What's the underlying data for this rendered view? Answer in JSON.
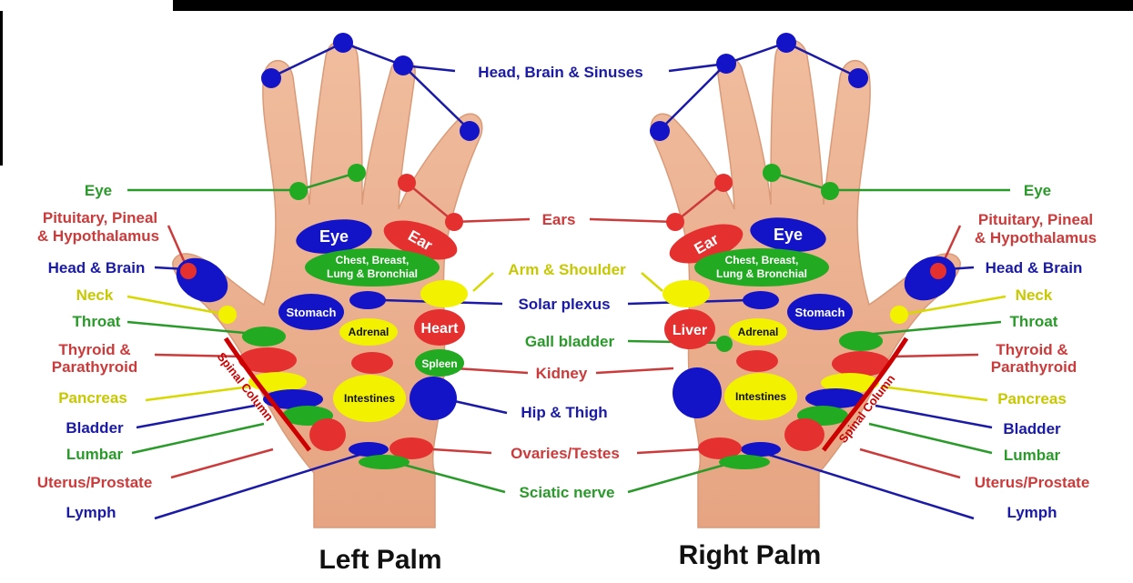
{
  "colors": {
    "blue": "#1a1aa6",
    "green": "#2a9a2a",
    "red": "#cc3b3b",
    "yellow": "#d8d800",
    "zone_blue": "#1313c8",
    "zone_green": "#22aa22",
    "zone_red": "#e53030",
    "zone_yellow": "#f2f200",
    "skin": "#ebb08d",
    "skin_dark": "#d98e6c"
  },
  "titles": {
    "left": "Left Palm",
    "right": "Right Palm"
  },
  "center_labels": {
    "head_brain_sinuses": "Head, Brain & Sinuses",
    "ears": "Ears",
    "arm_shoulder": "Arm & Shoulder",
    "solar_plexus": "Solar plexus",
    "gall_bladder": "Gall bladder",
    "kidney": "Kidney",
    "hip_thigh": "Hip & Thigh",
    "ovaries_testes": "Ovaries/Testes",
    "sciatic_nerve": "Sciatic nerve"
  },
  "left_side_labels": {
    "eye": "Eye",
    "pituitary_1": "Pituitary, Pineal",
    "pituitary_2": "& Hypothalamus",
    "head_brain": "Head & Brain",
    "neck": "Neck",
    "throat": "Throat",
    "thyroid_1": "Thyroid &",
    "thyroid_2": "Parathyroid",
    "pancreas": "Pancreas",
    "bladder": "Bladder",
    "lumbar": "Lumbar",
    "uterus_prostate": "Uterus/Prostate",
    "lymph": "Lymph"
  },
  "right_side_labels": {
    "eye": "Eye",
    "pituitary_1": "Pituitary, Pineal",
    "pituitary_2": "& Hypothalamus",
    "head_brain": "Head & Brain",
    "neck": "Neck",
    "throat": "Throat",
    "thyroid_1": "Thyroid &",
    "thyroid_2": "Parathyroid",
    "pancreas": "Pancreas",
    "bladder": "Bladder",
    "lumbar": "Lumbar",
    "uterus_prostate": "Uterus/Prostate",
    "lymph": "Lymph"
  },
  "left_palm_zones": {
    "eye": "Eye",
    "ear": "Ear",
    "chest_1": "Chest, Breast,",
    "chest_2": "Lung & Bronchial",
    "stomach": "Stomach",
    "adrenal": "Adrenal",
    "heart": "Heart",
    "spleen": "Spleen",
    "intestines": "Intestines",
    "spinal_column": "Spinal Column"
  },
  "right_palm_zones": {
    "eye": "Eye",
    "ear": "Ear",
    "chest_1": "Chest, Breast,",
    "chest_2": "Lung & Bronchial",
    "stomach": "Stomach",
    "adrenal": "Adrenal",
    "liver": "Liver",
    "intestines": "Intestines",
    "spinal_column": "Spinal Column"
  }
}
